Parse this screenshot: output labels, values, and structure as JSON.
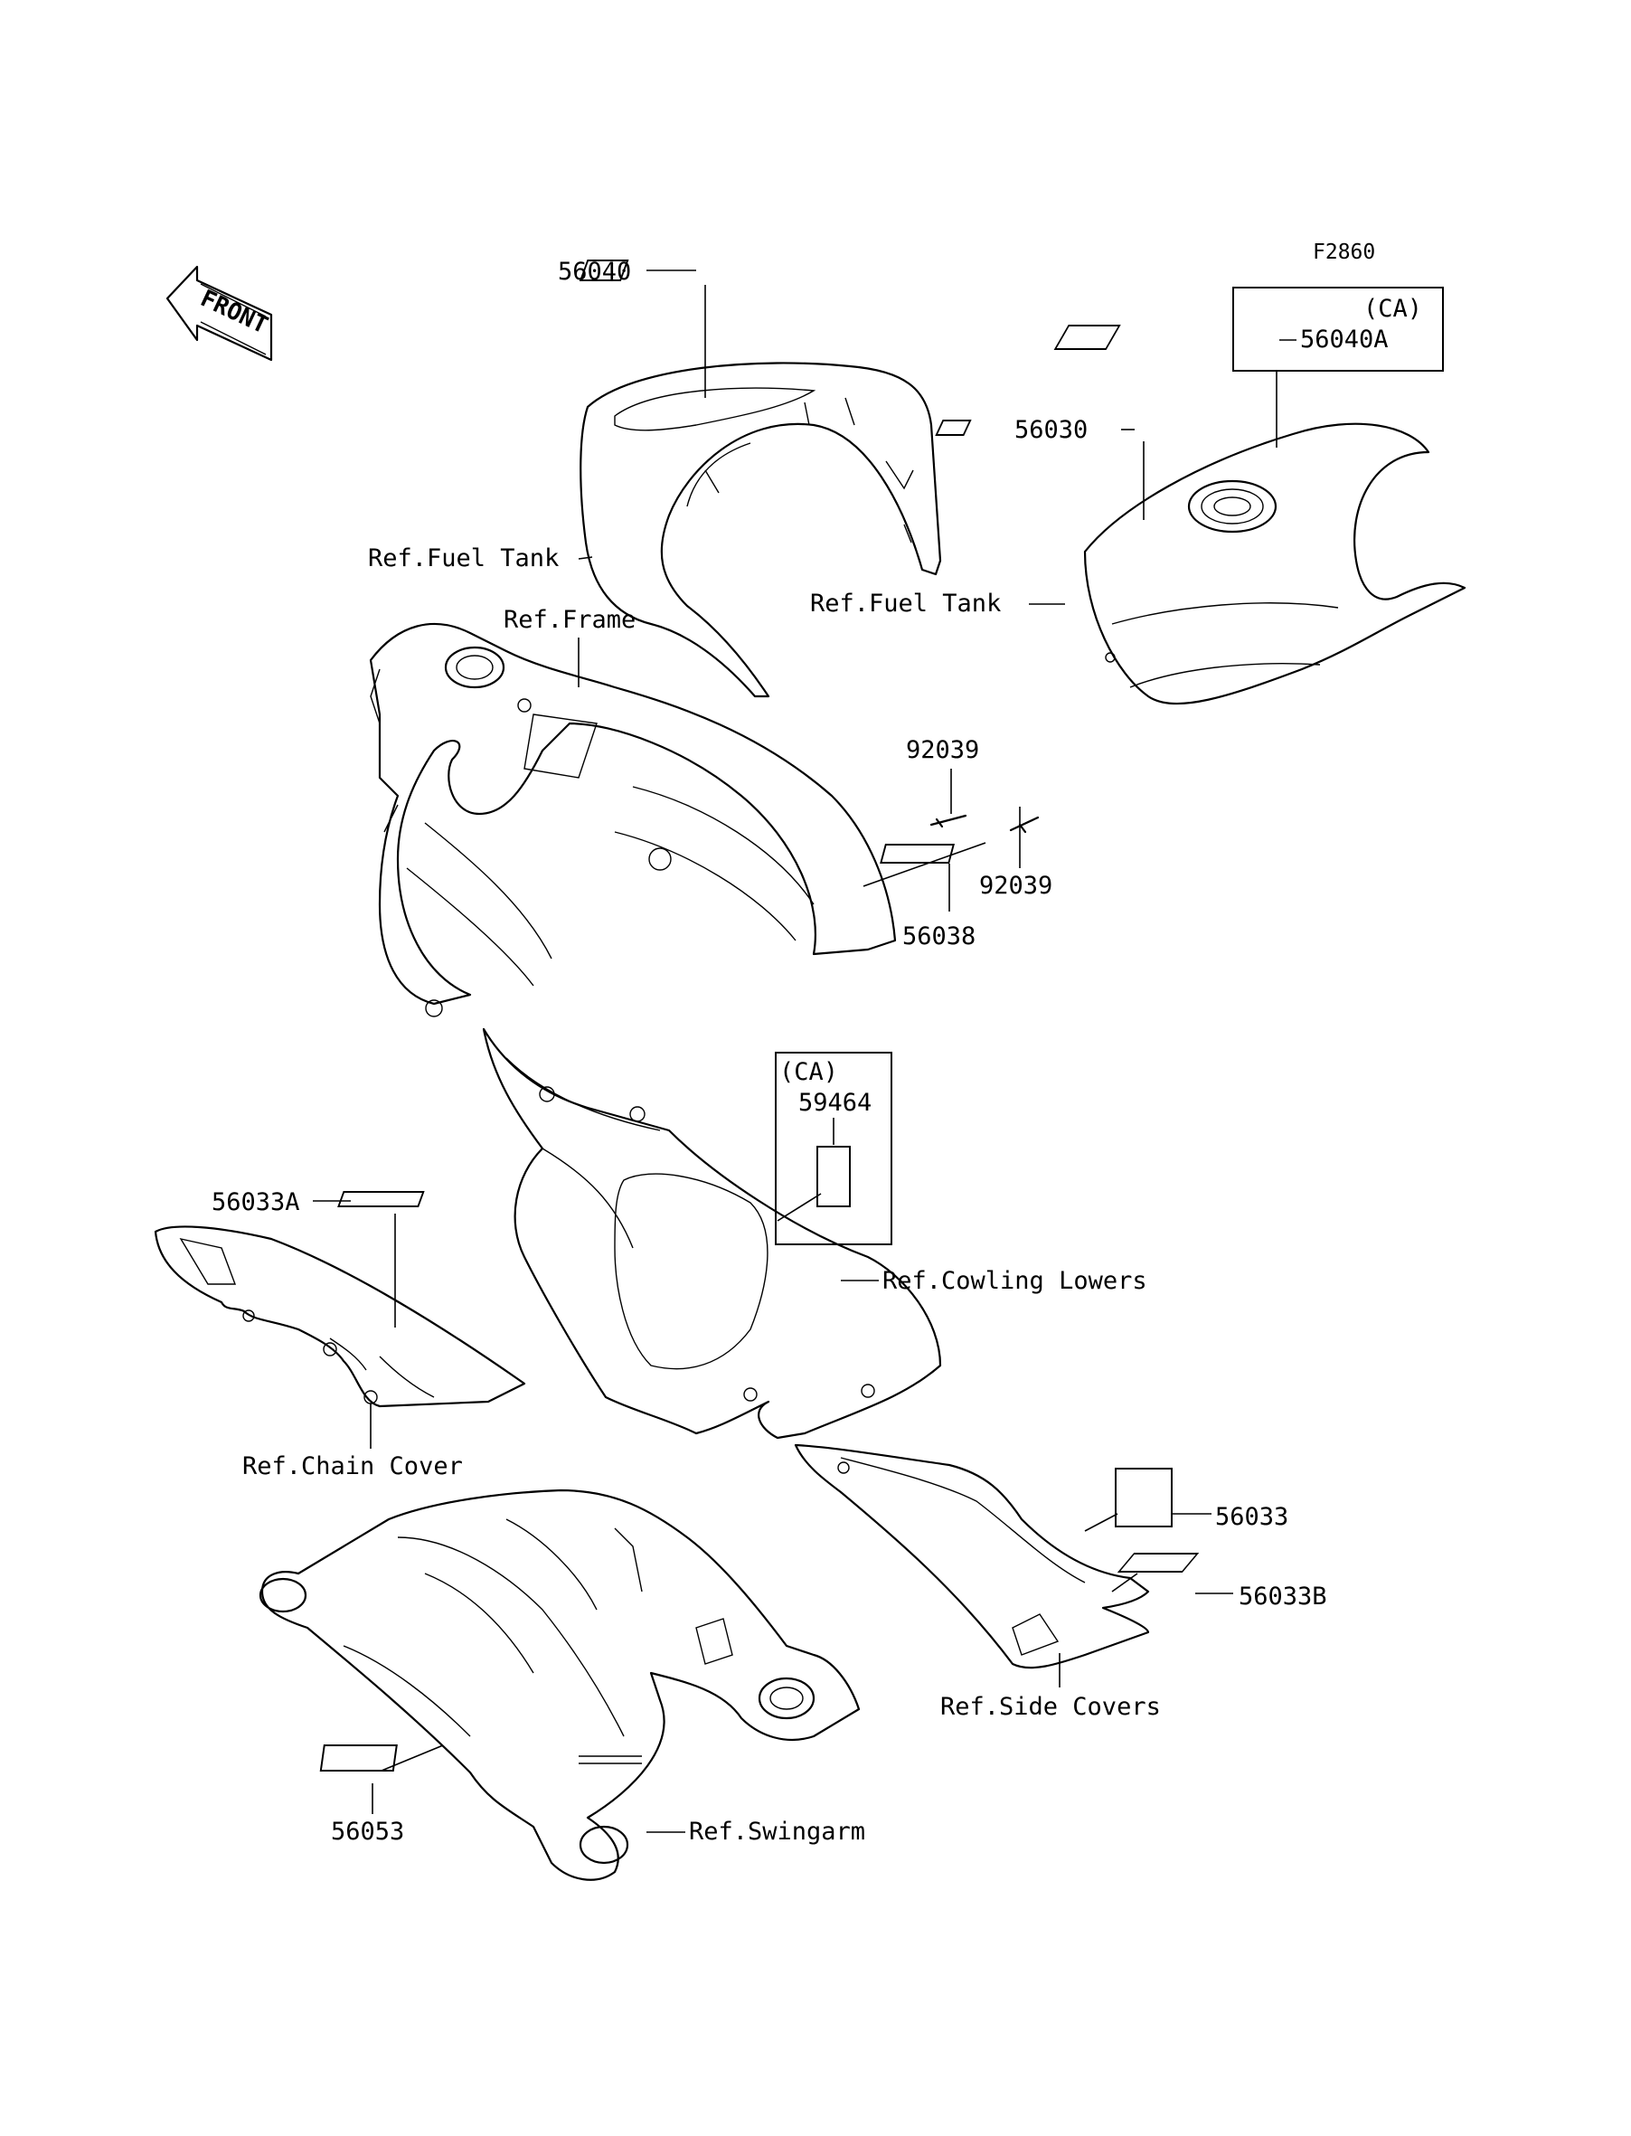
{
  "figure_code": "F2860",
  "front_arrow_label": "FRONT",
  "callouts": {
    "tank_pad": "56040",
    "tank_pad_ca_tag": "(CA)",
    "tank_pad_ca": "56040A",
    "tank_label": "56030",
    "frame_label": "56038",
    "rivet_upper": "92039",
    "rivet_lower": "92039",
    "cowling_ca_tag": "(CA)",
    "cowling_label": "59464",
    "chain_label": "56033A",
    "side_label": "56033",
    "side_label_b": "56033B",
    "swingarm_label": "56053"
  },
  "references": {
    "fuel_tank_left": "Ref.Fuel Tank",
    "fuel_tank_right": "Ref.Fuel Tank",
    "frame": "Ref.Frame",
    "cowling_lowers": "Ref.Cowling Lowers",
    "chain_cover": "Ref.Chain Cover",
    "side_covers": "Ref.Side Covers",
    "swingarm": "Ref.Swingarm"
  }
}
